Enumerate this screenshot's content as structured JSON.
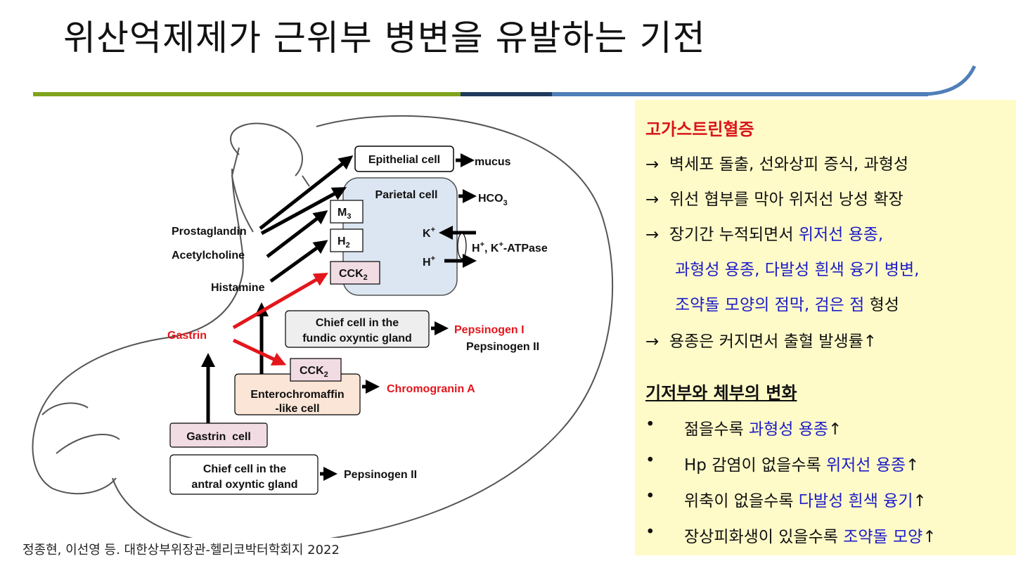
{
  "title": "위산억제제가 근위부 병변을 유발하는 기전",
  "colors": {
    "rule_green": "#7fa41c",
    "rule_navy": "#1f3a5c",
    "rule_blue": "#4f7fb8",
    "arrow_red": "#e3161c",
    "panel_bg": "#fffbc8",
    "accent_red": "#d9141a",
    "accent_blue": "#1c1cc8"
  },
  "diagram": {
    "epithelial": "Epithelial cell",
    "mucus": "mucus",
    "parietal": "Parietal cell",
    "hco3": "HCO",
    "hco3_sub": "3",
    "m3": "M",
    "m3_sub": "3",
    "h2": "H",
    "h2_sub": "2",
    "cck": "CCK",
    "cck_sub": "2",
    "k_ion": "K",
    "h_ion": "H",
    "plus": "+",
    "atpase_h": "H",
    "atpase_k": ", K",
    "atpase_rest": "-ATPase",
    "prostaglandin": "Prostaglandin",
    "acetylcholine": "Acetylcholine",
    "histamine": "Histamine",
    "gastrin": "Gastrin",
    "chief_fundic_1": "Chief cell in the",
    "chief_fundic_2": "fundic oxyntic gland",
    "pepsinogen1": "Pepsinogen I",
    "pepsinogen2": "Pepsinogen II",
    "ecl_1": "Enterochromaffin",
    "ecl_2": "-like cell",
    "chromogranin": "Chromogranin A",
    "gastrin_cell": "Gastrin  cell",
    "chief_antral_1": "Chief cell in the",
    "chief_antral_2": "antral oxyntic gland",
    "pepsinogen2_antral": "Pepsinogen II"
  },
  "citation": "정종현, 이선영 등. 대한상부위장관-헬리코박터학회지 2022",
  "panel": {
    "heading": "고가스트린혈증",
    "arrow_glyph": "→",
    "items": [
      {
        "text": "벽세포 돌출, 선와상피 증식, 과형성"
      },
      {
        "text": "위선 협부를 막아 위저선 낭성 확장"
      },
      {
        "text": "장기간 누적되면서 ",
        "blue": "위저선 용종,"
      },
      {
        "blue": "과형성 용종, 다발성 흰색 융기 병변,"
      },
      {
        "blue": "조약돌 모양의 점막, 검은 점",
        "text": " 형성"
      },
      {
        "text": "용종은 커지면서 출혈 발생률↑"
      }
    ],
    "subheading": "기저부와 체부의 변화",
    "bullet": "•",
    "bullets": [
      {
        "text": "젊을수록 ",
        "blue": "과형성 용종",
        "up": "↑"
      },
      {
        "text": "Hp 감염이 없을수록 ",
        "blue": "위저선 용종",
        "up": "↑"
      },
      {
        "text": "위축이 없을수록 ",
        "blue": "다발성 흰색 융기",
        "up": "↑"
      },
      {
        "text": "장상피화생이 있을수록 ",
        "blue": "조약돌 모양",
        "up": "↑"
      }
    ]
  }
}
